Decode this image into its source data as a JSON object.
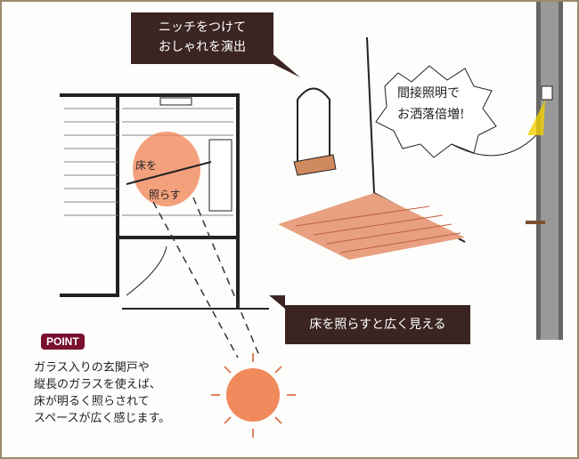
{
  "callouts": {
    "niche": [
      "ニッチをつけて",
      "おしゃれを演出"
    ],
    "floor": "床を照らすと広く見える"
  },
  "bubble": [
    "間接照明で",
    "お洒落倍増!"
  ],
  "floor_label": [
    "床を",
    "照らす"
  ],
  "point": {
    "badge": "POINT",
    "lines": [
      "ガラス入りの玄関戸や",
      "縦長のガラスを使えば、",
      "床が明るく照らされて",
      "スペースが広く感じます。"
    ]
  },
  "colors": {
    "callout": "#3b2523",
    "badge": "#7a1030",
    "light": "#f08a5d"
  }
}
